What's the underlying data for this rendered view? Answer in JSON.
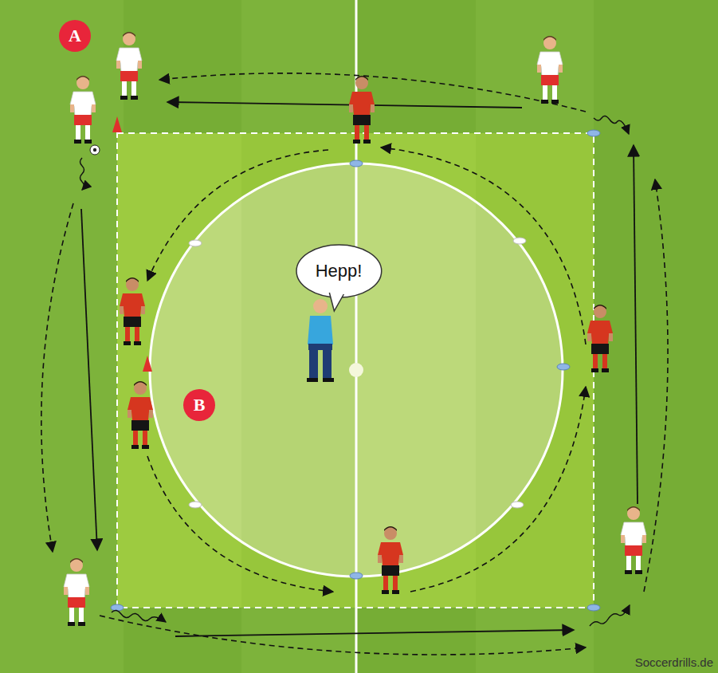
{
  "diagram": {
    "nodes": [
      {
        "text": [
          "A"
        ]
      },
      {
        "text": [
          "Hepp!"
        ]
      },
      {
        "text": [
          "B"
        ]
      }
    ],
    "labels": [
      "Soccerdrills.de"
    ]
  }
}
